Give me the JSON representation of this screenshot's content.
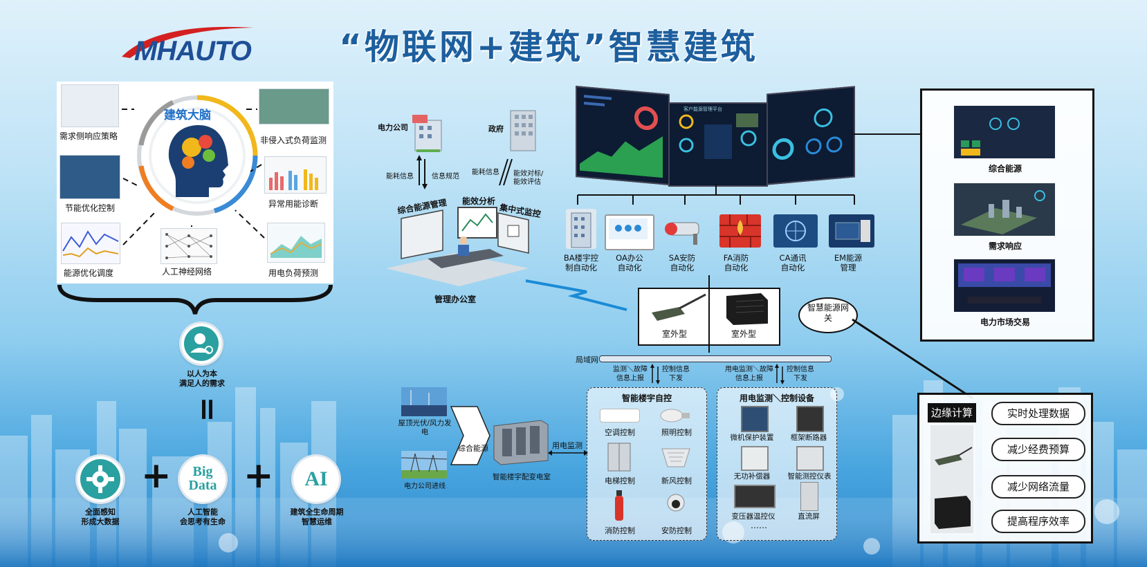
{
  "title": "“物联网+建筑”智慧建筑",
  "logo": {
    "text": "MHAUTO",
    "colors": {
      "blue": "#1e4f96",
      "red": "#d42020"
    }
  },
  "brain": {
    "center": "建筑大脑",
    "items": [
      "需求侧响应策略",
      "非侵入式负荷监测",
      "节能优化控制",
      "异常用能诊断",
      "能源优化调度",
      "人工神经网络",
      "用电负荷预测"
    ]
  },
  "philosophy": {
    "top_line1": "以人为本",
    "top_line2": "满足人的需求",
    "equals": "=",
    "plus": "+",
    "sense": {
      "line1": "全面感知",
      "line2": "形成大数据"
    },
    "bigdata": {
      "icon_line1": "Big",
      "icon_line2": "Data",
      "line1": "人工智能",
      "line2": "会思考有生命"
    },
    "ai": {
      "icon": "AI",
      "line1": "建筑全生命周期",
      "line2": "智慧运维"
    }
  },
  "office": {
    "power_company": "电力公司",
    "government": "政府",
    "flow": {
      "energy_info_1": "能耗信息",
      "info_spec": "信息规范",
      "energy_info_2": "能耗信息",
      "eval": "能效对标/能效评估"
    },
    "labels": {
      "energy_mgmt": "综合能源管理",
      "efficiency": "能效分析",
      "central": "集中式监控"
    },
    "name": "管理办公室"
  },
  "systems": [
    {
      "l1": "BA楼宇控",
      "l2": "制自动化"
    },
    {
      "l1": "OA办公",
      "l2": "自动化"
    },
    {
      "l1": "SA安防",
      "l2": "自动化"
    },
    {
      "l1": "FA消防",
      "l2": "自动化"
    },
    {
      "l1": "CA通讯",
      "l2": "自动化"
    },
    {
      "l1": "EM能源",
      "l2": "管理"
    }
  ],
  "dashboard_title": "客户能源管理平台",
  "gateway": {
    "a": "室外型",
    "b": "室外型",
    "label": "智慧能源网关"
  },
  "lan": "局域网",
  "uplinks": {
    "l1": "监测＼故障信息上报",
    "l2": "控制信息下发",
    "r1": "用电监测＼故障信息上报",
    "r2": "控制信息下发"
  },
  "building_ctrl": {
    "title": "智能楼宇自控",
    "items": [
      "空调控制",
      "照明控制",
      "电梯控制",
      "新风控制",
      "消防控制",
      "安防控制"
    ]
  },
  "power_ctrl": {
    "title": "用电监测＼控制设备",
    "items": [
      "微机保护装置",
      "框架断路器",
      "无功补偿器",
      "智能测控仪表",
      "变压器温控仪",
      "直流屏"
    ],
    "more": "……"
  },
  "supply": {
    "solar": "屋顶光伏/风力发电",
    "grid": "电力公司进线",
    "arrow": "综合能源",
    "substation": "智能楼宇配变电室",
    "monitor": "用电监测"
  },
  "right_panel": [
    "综合能源",
    "需求响应",
    "电力市场交易"
  ],
  "edge": {
    "title": "边缘计算",
    "benefits": [
      "实时处理数据",
      "减少经费预算",
      "减少网络流量",
      "提高程序效率"
    ]
  }
}
